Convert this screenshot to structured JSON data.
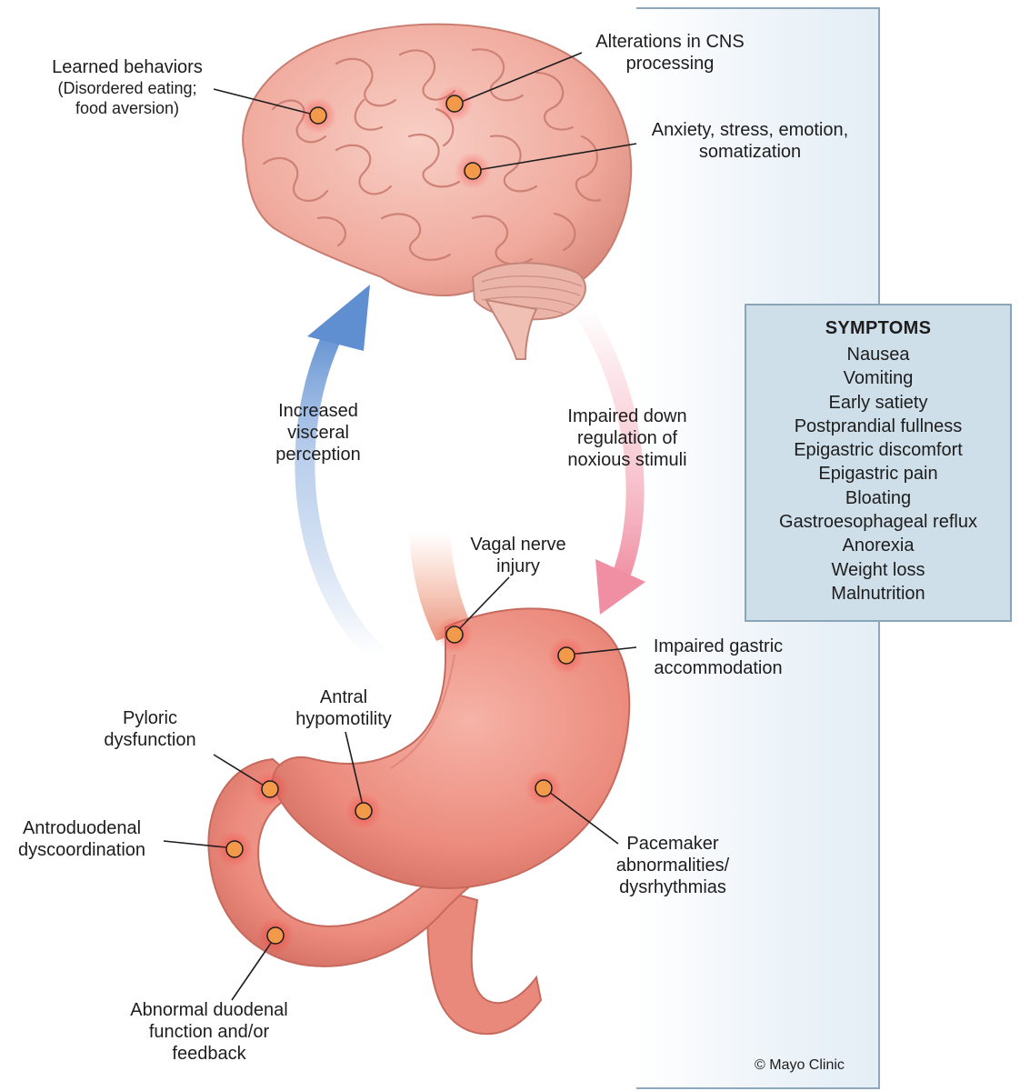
{
  "symptoms": {
    "title": "SYMPTOMS",
    "items": [
      "Nausea",
      "Vomiting",
      "Early satiety",
      "Postprandial fullness",
      "Epigastric discomfort",
      "Epigastric pain",
      "Bloating",
      "Gastroesophageal reflux",
      "Anorexia",
      "Weight loss",
      "Malnutrition"
    ]
  },
  "brain_labels": {
    "learned": "Learned behaviors",
    "learned_sub_1": "(Disordered eating;",
    "learned_sub_2": "food aversion)",
    "cns_1": "Alterations in CNS",
    "cns_2": "processing",
    "anxiety_1": "Anxiety, stress, emotion,",
    "anxiety_2": "somatization"
  },
  "arrows": {
    "up_1": "Increased",
    "up_2": "visceral",
    "up_3": "perception",
    "down_1": "Impaired down",
    "down_2": "regulation of",
    "down_3": "noxious stimuli"
  },
  "stomach_labels": {
    "vagal_1": "Vagal nerve",
    "vagal_2": "injury",
    "accommodation_1": "Impaired gastric",
    "accommodation_2": "accommodation",
    "antral_1": "Antral",
    "antral_2": "hypomotility",
    "pyloric_1": "Pyloric",
    "pyloric_2": "dysfunction",
    "antroduodenal_1": "Antroduodenal",
    "antroduodenal_2": "dyscoordination",
    "pacemaker_1": "Pacemaker",
    "pacemaker_2": "abnormalities/",
    "pacemaker_3": "dysrhythmias",
    "duodenal_1": "Abnormal duodenal",
    "duodenal_2": "function and/or",
    "duodenal_3": "feedback"
  },
  "copyright": "© Mayo Clinic",
  "colors": {
    "panel_fill": "#e4eef6",
    "symptoms_fill": "#cfdfea",
    "brain": "#f2b0a4",
    "stomach": "#ec8f82",
    "marker": "#f39a4a",
    "arrow_up": "#5f8fd0",
    "arrow_down": "#f2a4b4"
  }
}
